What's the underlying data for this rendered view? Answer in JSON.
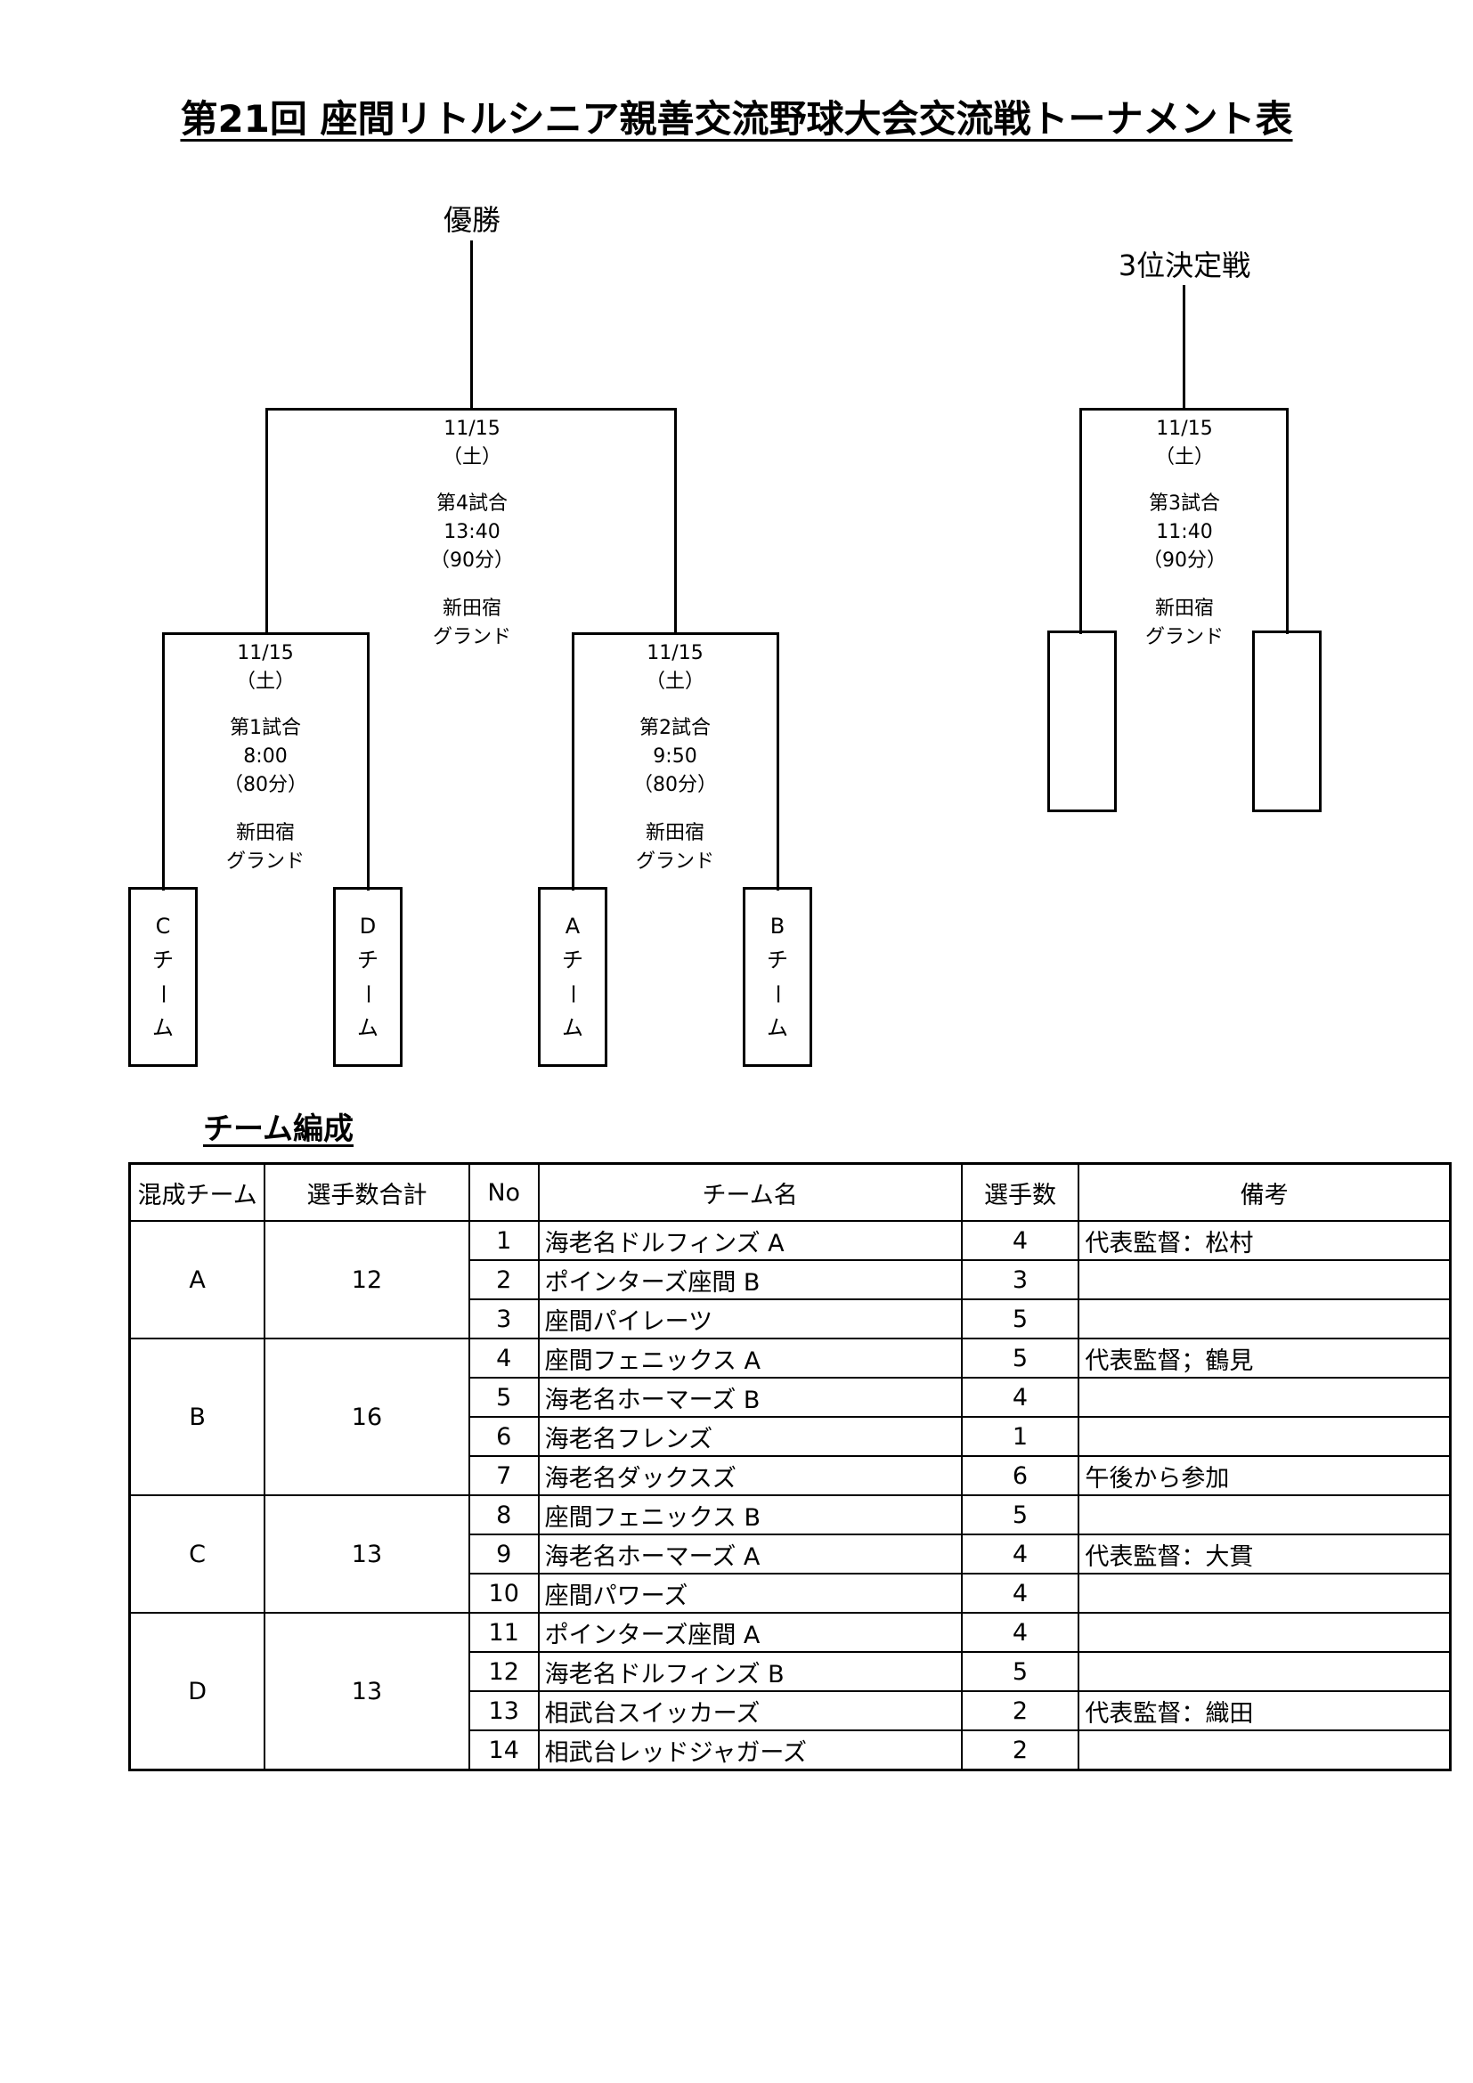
{
  "title": "第21回 座間リトルシニア親善交流野球大会交流戦トーナメント表",
  "bracket": {
    "winner_label": "優勝",
    "third_place_label": "3位決定戦",
    "games": [
      {
        "date": "11/15",
        "day": "（土）",
        "game": "第1試合",
        "time": "8:00",
        "duration": "（80分）",
        "venue1": "新田宿",
        "venue2": "グランド"
      },
      {
        "date": "11/15",
        "day": "（土）",
        "game": "第2試合",
        "time": "9:50",
        "duration": "（80分）",
        "venue1": "新田宿",
        "venue2": "グランド"
      },
      {
        "date": "11/15",
        "day": "（土）",
        "game": "第3試合",
        "time": "11:40",
        "duration": "（90分）",
        "venue1": "新田宿",
        "venue2": "グランド"
      },
      {
        "date": "11/15",
        "day": "（土）",
        "game": "第4試合",
        "time": "13:40",
        "duration": "（90分）",
        "venue1": "新田宿",
        "venue2": "グランド"
      }
    ],
    "teams": [
      {
        "letter": "C",
        "c1": "チ",
        "c2": "ー",
        "c3": "ム"
      },
      {
        "letter": "D",
        "c1": "チ",
        "c2": "ー",
        "c3": "ム"
      },
      {
        "letter": "A",
        "c1": "チ",
        "c2": "ー",
        "c3": "ム"
      },
      {
        "letter": "B",
        "c1": "チ",
        "c2": "ー",
        "c3": "ム"
      }
    ]
  },
  "section_title": "チーム編成",
  "table": {
    "headers": [
      "混成チーム",
      "選手数合計",
      "No",
      "チーム名",
      "選手数",
      "備考"
    ],
    "groups": [
      {
        "team": "A",
        "total": "12",
        "rows": [
          {
            "no": "1",
            "name": "海老名ドルフィンズ A",
            "players": "4",
            "note": "代表監督：松村"
          },
          {
            "no": "2",
            "name": "ポインターズ座間 B",
            "players": "3",
            "note": ""
          },
          {
            "no": "3",
            "name": "座間パイレーツ",
            "players": "5",
            "note": ""
          }
        ]
      },
      {
        "team": "B",
        "total": "16",
        "rows": [
          {
            "no": "4",
            "name": "座間フェニックス A",
            "players": "5",
            "note": "代表監督；鶴見"
          },
          {
            "no": "5",
            "name": "海老名ホーマーズ B",
            "players": "4",
            "note": ""
          },
          {
            "no": "6",
            "name": "海老名フレンズ",
            "players": "1",
            "note": ""
          },
          {
            "no": "7",
            "name": "海老名ダックスズ",
            "players": "6",
            "note": "午後から参加"
          }
        ]
      },
      {
        "team": "C",
        "total": "13",
        "rows": [
          {
            "no": "8",
            "name": "座間フェニックス B",
            "players": "5",
            "note": ""
          },
          {
            "no": "9",
            "name": "海老名ホーマーズ A",
            "players": "4",
            "note": "代表監督：大貫"
          },
          {
            "no": "10",
            "name": "座間パワーズ",
            "players": "4",
            "note": ""
          }
        ]
      },
      {
        "team": "D",
        "total": "13",
        "rows": [
          {
            "no": "11",
            "name": "ポインターズ座間 A",
            "players": "4",
            "note": ""
          },
          {
            "no": "12",
            "name": "海老名ドルフィンズ B",
            "players": "5",
            "note": ""
          },
          {
            "no": "13",
            "name": "相武台スイッカーズ",
            "players": "2",
            "note": "代表監督：織田"
          },
          {
            "no": "14",
            "name": "相武台レッドジャガーズ",
            "players": "2",
            "note": ""
          }
        ]
      }
    ]
  }
}
